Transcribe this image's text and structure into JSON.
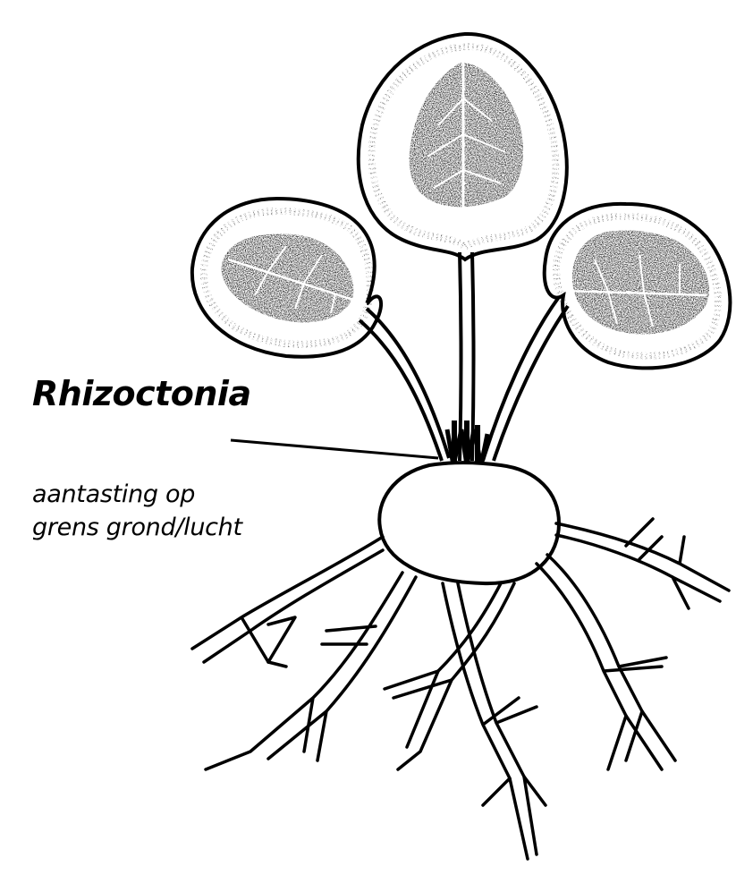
{
  "diagram": {
    "title": "Rhizoctonia",
    "description_lines": [
      "aantasting op",
      "grens grond/lucht"
    ]
  },
  "colors": {
    "ink": "#000000",
    "background": "#ffffff",
    "infection_shading": "#222222"
  }
}
